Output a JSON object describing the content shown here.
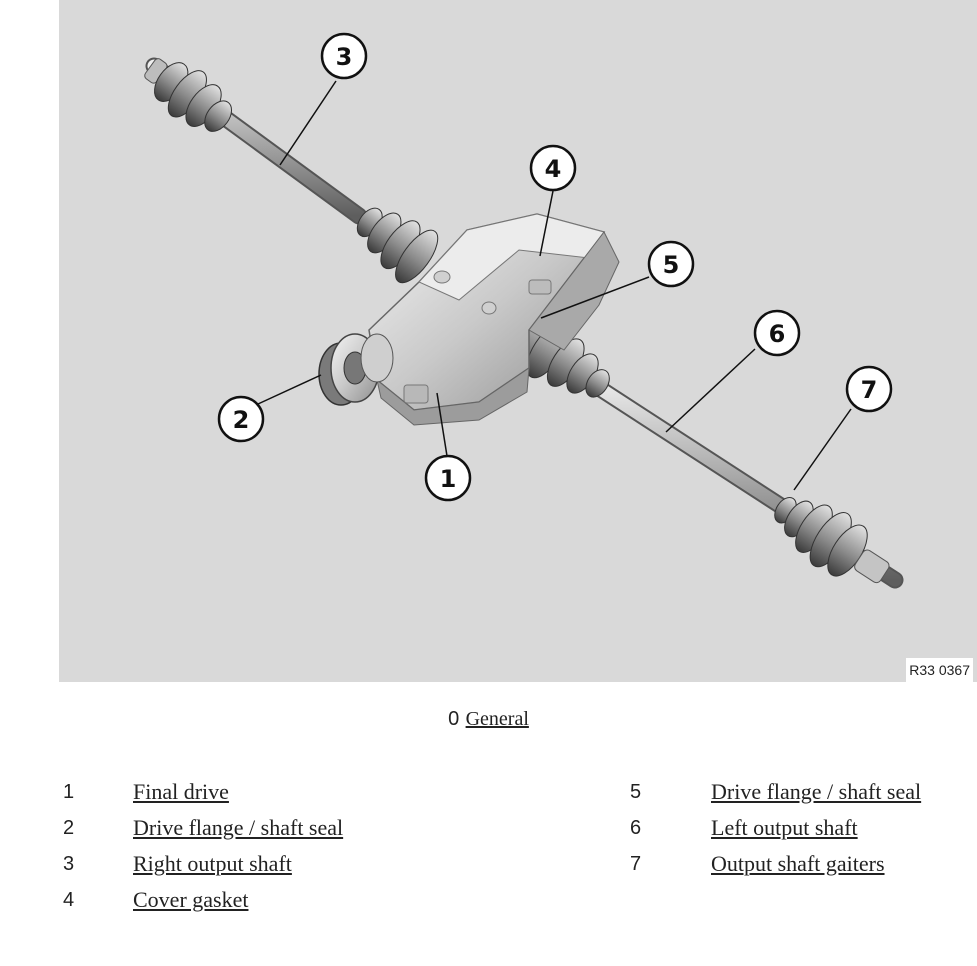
{
  "figure": {
    "figure_id": "R33 0367",
    "background": "#d9d9d9",
    "callouts": [
      "1",
      "2",
      "3",
      "4",
      "5",
      "6",
      "7"
    ]
  },
  "general": {
    "number": "0",
    "label": "General"
  },
  "legend": {
    "left": [
      {
        "number": "1",
        "label": "Final drive"
      },
      {
        "number": "2",
        "label": "Drive flange / shaft seal"
      },
      {
        "number": "3",
        "label": "Right output shaft"
      },
      {
        "number": "4",
        "label": "Cover gasket"
      }
    ],
    "right": [
      {
        "number": "5",
        "label": "Drive flange / shaft seal"
      },
      {
        "number": "6",
        "label": "Left output shaft"
      },
      {
        "number": "7",
        "label": "Output shaft gaiters"
      }
    ]
  }
}
